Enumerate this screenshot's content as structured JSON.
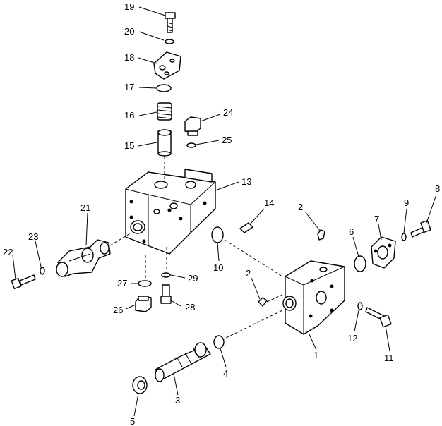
{
  "labels": {
    "l1": "1",
    "l2a": "2",
    "l2b": "2",
    "l3": "3",
    "l4": "4",
    "l5": "5",
    "l6": "6",
    "l7": "7",
    "l8": "8",
    "l9": "9",
    "l10": "10",
    "l11": "11",
    "l12": "12",
    "l13": "13",
    "l14": "14",
    "l15": "15",
    "l16": "16",
    "l17": "17",
    "l18": "18",
    "l19": "19",
    "l20": "20",
    "l21": "21",
    "l22": "22",
    "l23": "23",
    "l24": "24",
    "l25": "25",
    "l26": "26",
    "l27": "27",
    "l28": "28",
    "l29": "29"
  }
}
